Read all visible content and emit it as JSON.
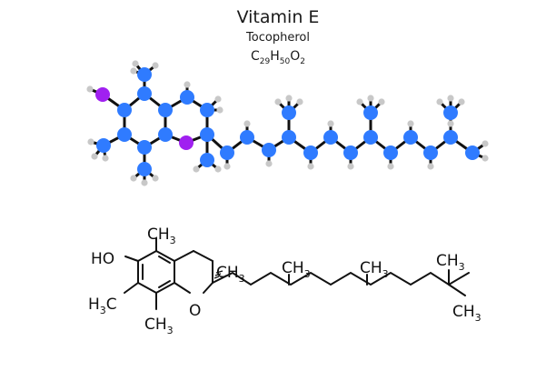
{
  "header": {
    "title": "Vitamin E",
    "subtitle": "Tocopherol",
    "formula": {
      "c": "C",
      "c_n": "29",
      "h": "H",
      "h_n": "50",
      "o": "O",
      "o_n": "2"
    }
  },
  "skeletal_labels": {
    "ho": "HO",
    "ch3_top": {
      "main": "CH",
      "sub": "3"
    },
    "ch3_chiral": {
      "main": "CH",
      "sub": "3"
    },
    "h3c_left": {
      "h": "H",
      "sub": "3",
      "c": "C"
    },
    "ch3_bottom": {
      "main": "CH",
      "sub": "3"
    },
    "o_ring": "O",
    "ch3_chain1": {
      "main": "CH",
      "sub": "3"
    },
    "ch3_chain2": {
      "main": "CH",
      "sub": "3"
    },
    "ch3_end_top": {
      "main": "CH",
      "sub": "3"
    },
    "ch3_end_bottom": {
      "main": "CH",
      "sub": "3"
    }
  },
  "colors": {
    "carbon": "#2f7bff",
    "oxygen": "#a020f0",
    "hydrogen": "#c8c8c8",
    "bond": "#111111"
  }
}
